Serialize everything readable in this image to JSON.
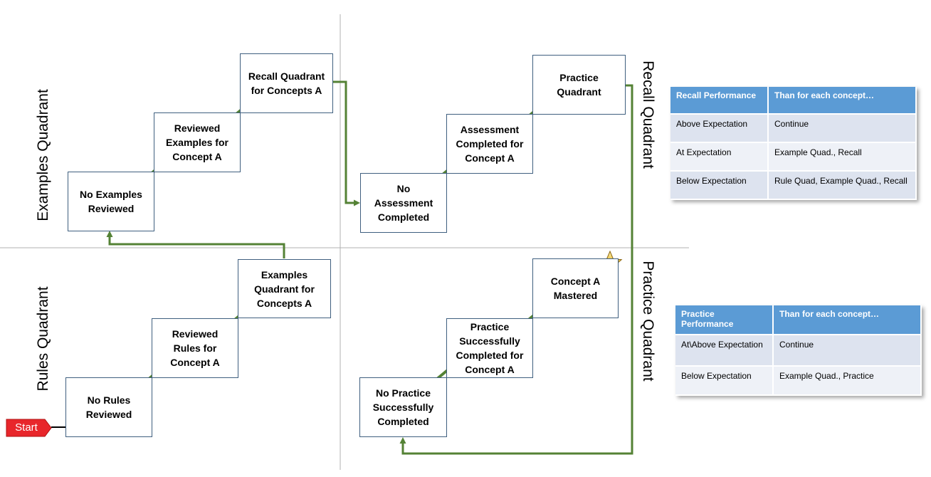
{
  "quadrant_labels": {
    "examples": "Examples Quadrant",
    "rules": "Rules Quadrant",
    "recall": "Recall Quadrant",
    "practice": "Practice Quadrant"
  },
  "start_label": "Start",
  "boxes": {
    "no_rules": "No Rules\nReviewed",
    "reviewed_rules": "Reviewed\nRules for\nConcept A",
    "examples_quadrant": "Examples\nQuadrant for\nConcepts A",
    "no_examples": "No Examples\nReviewed",
    "reviewed_examples": "Reviewed\nExamples for\nConcept A",
    "recall_quadrant": "Recall Quadrant\nfor Concepts A",
    "no_assessment": "No\nAssessment\nCompleted",
    "assessment_completed": "Assessment\nCompleted for\nConcept A",
    "practice_quadrant": "Practice\nQuadrant",
    "no_practice": "No Practice\nSuccessfully\nCompleted",
    "practice_success": "Practice\nSuccessfully\nCompleted for\nConcept A",
    "mastered": "Concept A\nMastered"
  },
  "recall_table": {
    "headers": [
      "Recall Performance",
      "Than for each concept…"
    ],
    "rows": [
      [
        "Above Expectation",
        "Continue"
      ],
      [
        "At Expectation",
        "Example Quad., Recall"
      ],
      [
        "Below Expectation",
        "Rule Quad, Example Quad., Recall"
      ]
    ]
  },
  "practice_table": {
    "headers": [
      "Practice Performance",
      "Than for each concept…"
    ],
    "rows": [
      [
        "At\\Above Expectation",
        "Continue"
      ],
      [
        "Below Expectation",
        "Example Quad., Practice"
      ]
    ]
  },
  "colors": {
    "arrow": "#548235",
    "header": "#5b9bd5",
    "start": "#e8262b",
    "star": "#e8b830"
  }
}
